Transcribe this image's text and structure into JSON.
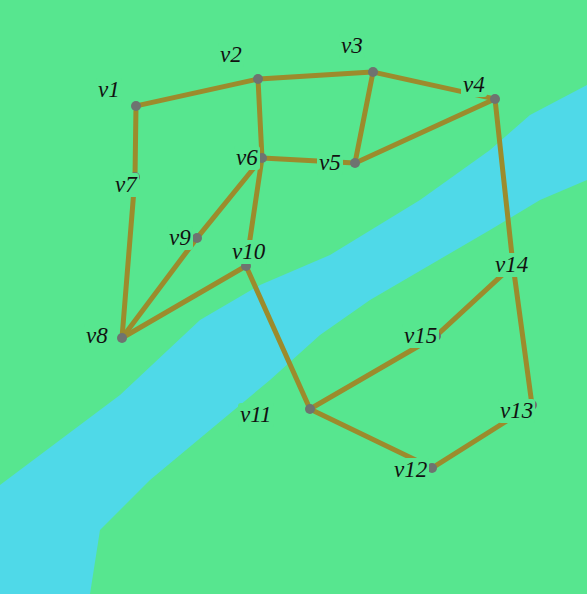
{
  "diagram": {
    "nodes": [
      {
        "text": [
          "v1"
        ]
      },
      {
        "text": [
          "v2"
        ]
      },
      {
        "text": [
          "v3"
        ]
      },
      {
        "text": [
          "v4"
        ]
      },
      {
        "text": [
          "v5"
        ]
      },
      {
        "text": [
          "v6"
        ]
      },
      {
        "text": [
          "v7"
        ]
      },
      {
        "text": [
          "v8"
        ]
      },
      {
        "text": [
          "v9"
        ]
      },
      {
        "text": [
          "v10"
        ]
      },
      {
        "text": [
          "v11"
        ]
      },
      {
        "text": [
          "v12"
        ]
      },
      {
        "text": [
          "v13"
        ]
      },
      {
        "text": [
          "v14"
        ]
      },
      {
        "text": [
          "v15"
        ]
      }
    ],
    "edges": [
      {
        "from": 0,
        "to": 1,
        "arrow": "none"
      },
      {
        "from": 1,
        "to": 2,
        "arrow": "none"
      },
      {
        "from": 2,
        "to": 3,
        "arrow": "none"
      },
      {
        "from": 0,
        "to": 6,
        "arrow": "none"
      },
      {
        "from": 1,
        "to": 5,
        "arrow": "none"
      },
      {
        "from": 2,
        "to": 4,
        "arrow": "none"
      },
      {
        "from": 5,
        "to": 4,
        "arrow": "none"
      },
      {
        "from": 4,
        "to": 3,
        "arrow": "none"
      },
      {
        "from": 6,
        "to": 7,
        "arrow": "none"
      },
      {
        "from": 5,
        "to": 8,
        "arrow": "none"
      },
      {
        "from": 8,
        "to": 7,
        "arrow": "none"
      },
      {
        "from": 5,
        "to": 9,
        "arrow": "none"
      },
      {
        "from": 9,
        "to": 7,
        "arrow": "none"
      },
      {
        "from": 9,
        "to": 10,
        "arrow": "none"
      },
      {
        "from": 3,
        "to": 13,
        "arrow": "none"
      },
      {
        "from": 13,
        "to": 14,
        "arrow": "none"
      },
      {
        "from": 14,
        "to": 10,
        "arrow": "none"
      },
      {
        "from": 13,
        "to": 12,
        "arrow": "none"
      },
      {
        "from": 10,
        "to": 11,
        "arrow": "none"
      },
      {
        "from": 11,
        "to": 12,
        "arrow": "none"
      }
    ]
  }
}
